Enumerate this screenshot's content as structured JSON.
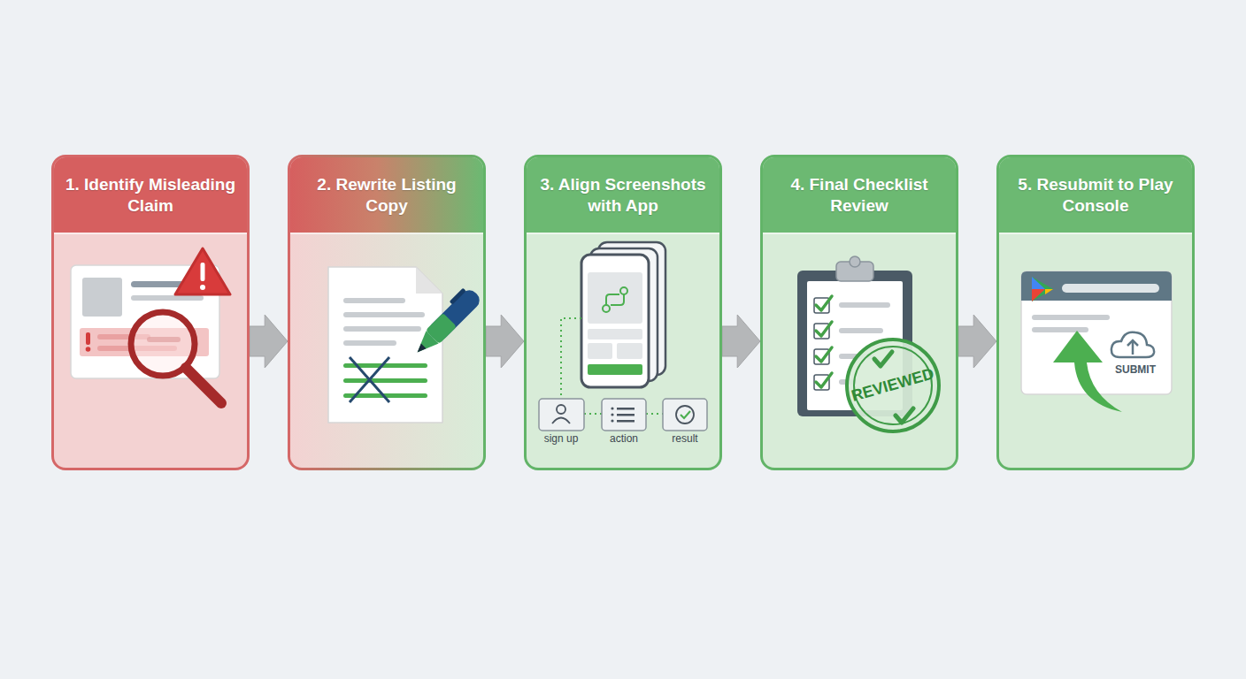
{
  "diagram": {
    "nodes": [
      {
        "text": [
          "1. Identify Misleading Claim"
        ]
      },
      {
        "text": [
          "2. Rewrite Listing Copy"
        ]
      },
      {
        "text": [
          "3. Align Screenshots with App"
        ]
      },
      {
        "text": [
          "4. Final Checklist Review"
        ]
      },
      {
        "text": [
          "5. Resubmit to Play Console"
        ]
      }
    ],
    "edges": [
      {
        "from": 0,
        "to": 1,
        "arrow": "to"
      },
      {
        "from": 1,
        "to": 2,
        "arrow": "to"
      },
      {
        "from": 2,
        "to": 3,
        "arrow": "to"
      },
      {
        "from": 3,
        "to": 4,
        "arrow": "to"
      }
    ],
    "labels": [
      "sign up",
      "action",
      "result",
      "REVIEWED",
      "SUBMIT"
    ]
  }
}
